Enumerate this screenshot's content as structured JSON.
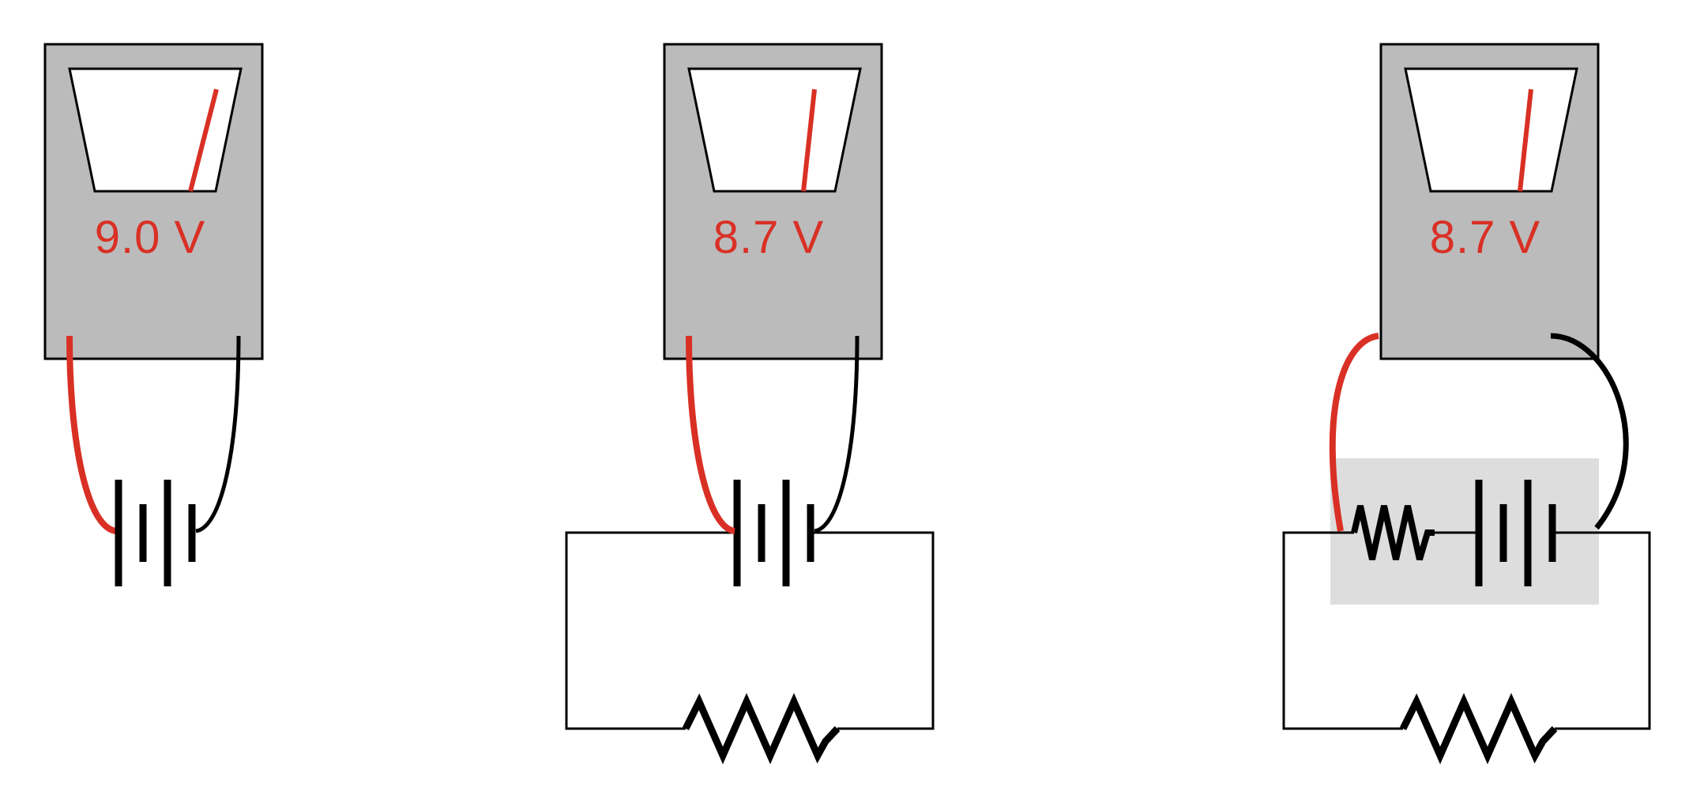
{
  "colors": {
    "meter_body": "#bbbbbb",
    "meter_face": "#ffffff",
    "needle": "#d93025",
    "reading_text": "#d93025",
    "positive_lead": "#d93025",
    "negative_lead": "#000000",
    "wire": "#000000",
    "internal_resistance_box": "#dddddd"
  },
  "panels": [
    {
      "meter": {
        "reading": "9.0 V"
      },
      "circuit": "open-battery"
    },
    {
      "meter": {
        "reading": "8.7 V"
      },
      "circuit": "battery-with-load"
    },
    {
      "meter": {
        "reading": "8.7 V"
      },
      "circuit": "battery-with-internal-resistance-and-load"
    }
  ]
}
